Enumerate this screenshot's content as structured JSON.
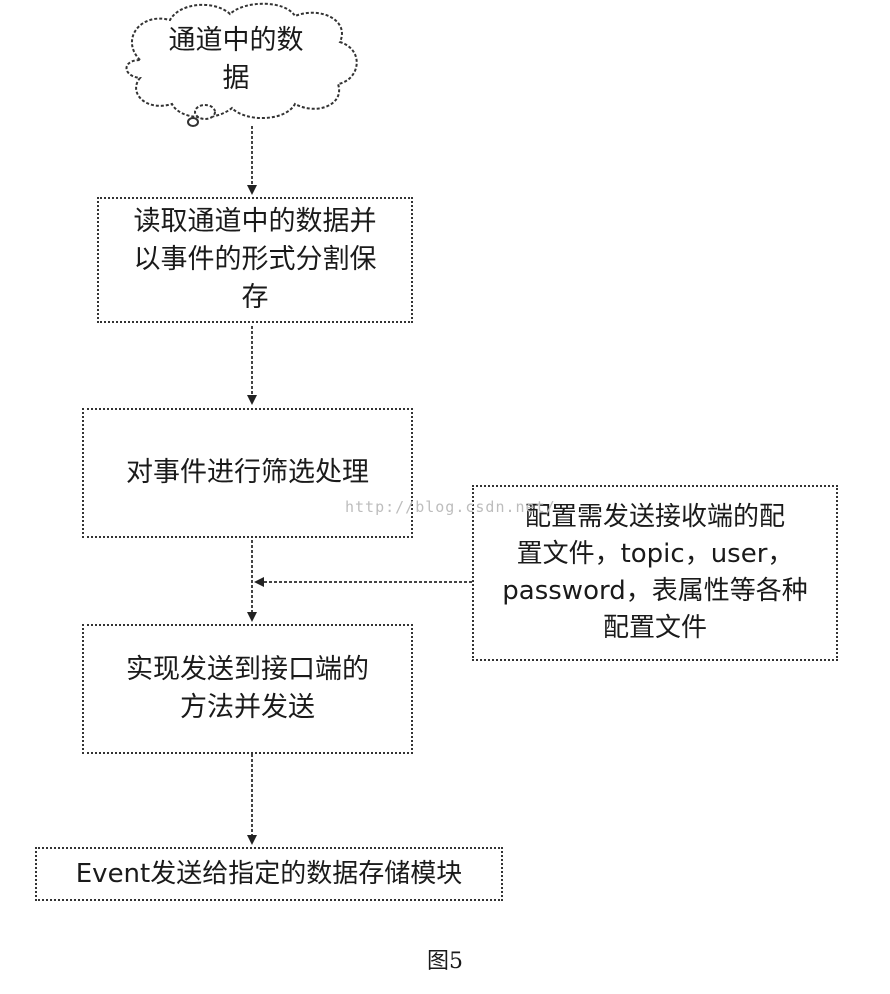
{
  "diagram": {
    "start": "通道中的数\n据",
    "steps": [
      "读取通道中的数据并\n以事件的形式分割保\n存",
      "对事件进行筛选处理",
      "实现发送到接口端的\n方法并发送",
      "Event发送给指定的数据存储模块"
    ],
    "side_note": "配置需发送接收端的配\n置文件，topic，user，\npassword，表属性等各种\n配置文件"
  },
  "caption": "图5",
  "watermark": "http://blog.csdn.net/"
}
